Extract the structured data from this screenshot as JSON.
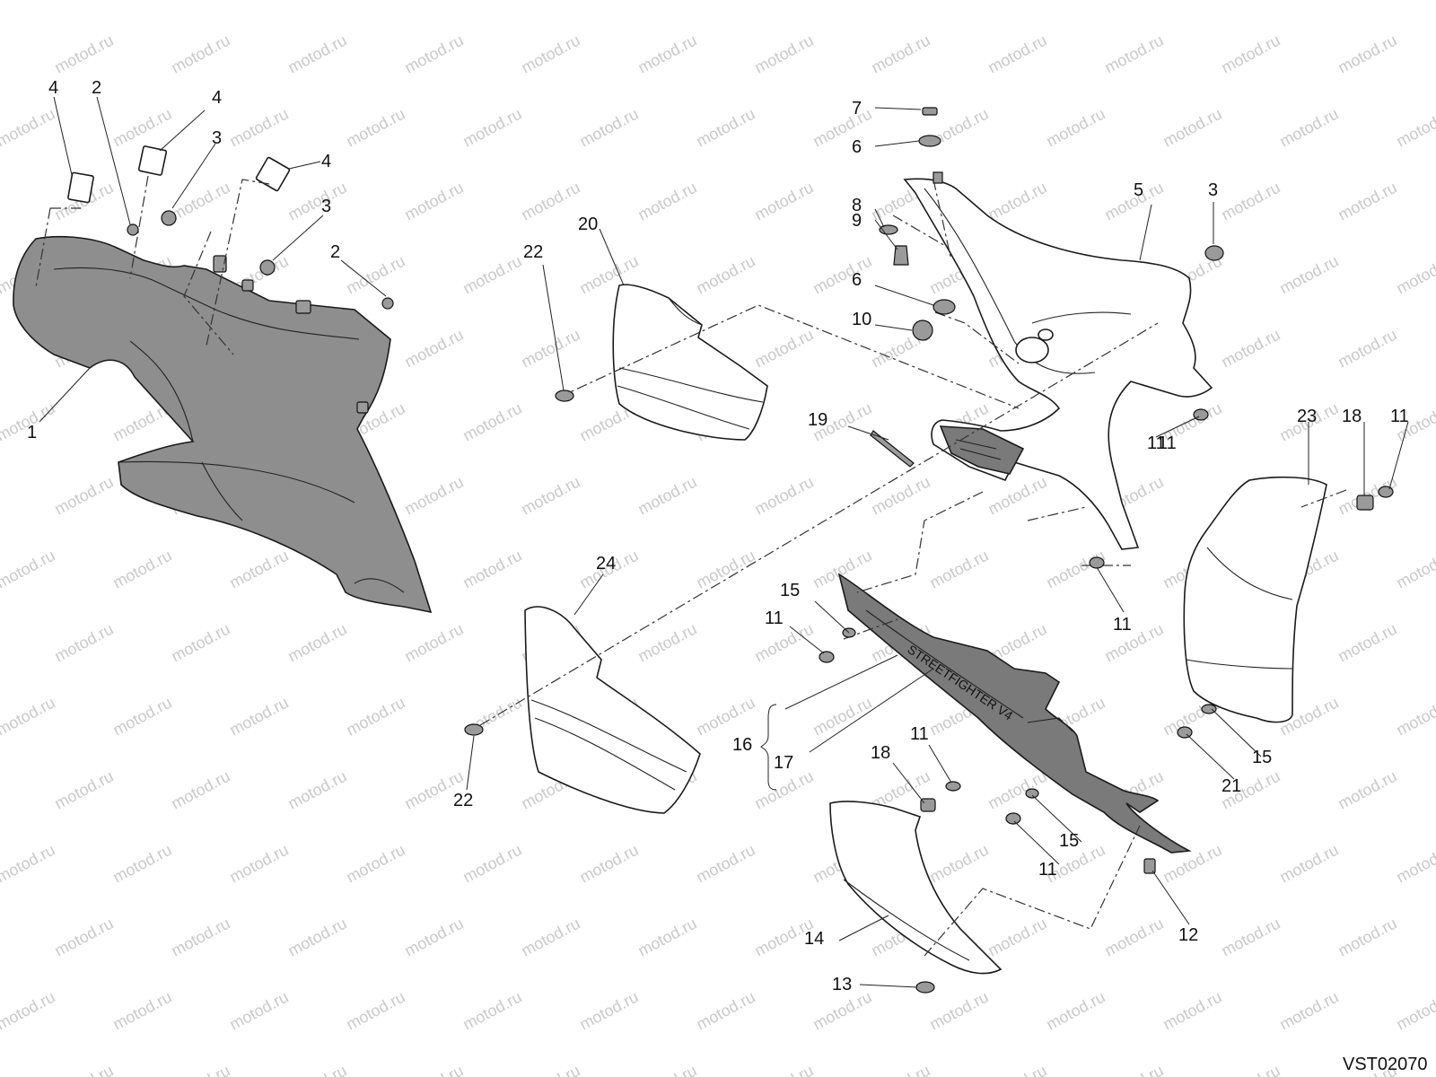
{
  "watermark": "motod.ru",
  "sheet_code": "VST02070",
  "part_labels": [
    "1",
    "2",
    "2",
    "3",
    "3",
    "3",
    "4",
    "4",
    "4",
    "5",
    "6",
    "6",
    "7",
    "8",
    "9",
    "10",
    "11",
    "11",
    "11",
    "11",
    "11",
    "11",
    "11",
    "12",
    "13",
    "14",
    "15",
    "15",
    "15",
    "16",
    "17",
    "18",
    "18",
    "19",
    "20",
    "21",
    "22",
    "22",
    "23",
    "24"
  ]
}
